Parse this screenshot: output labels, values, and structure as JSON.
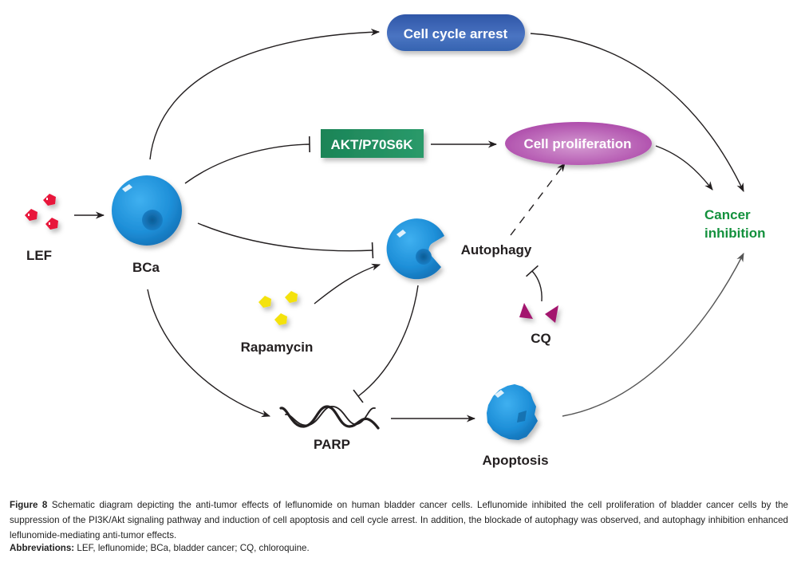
{
  "figure": {
    "nodes": {
      "lef": {
        "label": "LEF",
        "color": "#e8173a"
      },
      "bca": {
        "label": "BCa",
        "color": "#1e8fd8"
      },
      "cell_cycle_arrest": {
        "label": "Cell cycle arrest",
        "color": "#3563b0"
      },
      "akt": {
        "label": "AKT/P70S6K",
        "color": "#1f8a5f"
      },
      "cell_proliferation": {
        "label": "Cell proliferation",
        "color": "#b24fb0"
      },
      "autophagy": {
        "label": "Autophagy",
        "color": "#1e8fd8"
      },
      "rapamycin": {
        "label": "Rapamycin",
        "color": "#f4e20f"
      },
      "cq": {
        "label": "CQ",
        "color": "#a3146e"
      },
      "parp": {
        "label": "PARP"
      },
      "apoptosis": {
        "label": "Apoptosis",
        "color": "#1e8fd8"
      },
      "cancer_inhibition": {
        "label": "Cancer inhibition",
        "line1": "Cancer",
        "line2": "inhibition",
        "color": "#13913d"
      }
    },
    "edges": [
      {
        "from": "LEF",
        "to": "BCa",
        "type": "activation"
      },
      {
        "from": "BCa",
        "to": "Cell cycle arrest",
        "type": "activation"
      },
      {
        "from": "BCa",
        "to": "AKT/P70S6K",
        "type": "inhibition"
      },
      {
        "from": "BCa",
        "to": "Autophagy",
        "type": "inhibition"
      },
      {
        "from": "BCa",
        "to": "PARP",
        "type": "activation"
      },
      {
        "from": "AKT/P70S6K",
        "to": "Cell proliferation",
        "type": "activation"
      },
      {
        "from": "Autophagy",
        "to": "Cell proliferation",
        "type": "activation-dashed"
      },
      {
        "from": "Rapamycin",
        "to": "Autophagy",
        "type": "activation"
      },
      {
        "from": "CQ",
        "to": "Autophagy",
        "type": "inhibition"
      },
      {
        "from": "Autophagy",
        "to": "PARP",
        "type": "inhibition"
      },
      {
        "from": "PARP",
        "to": "Apoptosis",
        "type": "activation"
      },
      {
        "from": "Cell cycle arrest",
        "to": "Cancer inhibition",
        "type": "activation"
      },
      {
        "from": "Cell proliferation",
        "to": "Cancer inhibition",
        "type": "activation"
      },
      {
        "from": "Apoptosis",
        "to": "Cancer inhibition",
        "type": "activation"
      }
    ]
  },
  "caption": {
    "figure_label": "Figure 8",
    "text": "Schematic diagram depicting the anti-tumor effects of leflunomide on human bladder cancer cells. Leflunomide inhibited the cell proliferation of bladder cancer cells by the suppression of the PI3K/Akt signaling pathway and induction of cell apoptosis and cell cycle arrest. In addition, the blockade of autophagy was observed, and autophagy inhibition enhanced leflunomide-mediating anti-tumor effects.",
    "abbreviations_label": "Abbreviations:",
    "abbreviations_text": "LEF, leflunomide; BCa, bladder cancer; CQ, chloroquine."
  }
}
